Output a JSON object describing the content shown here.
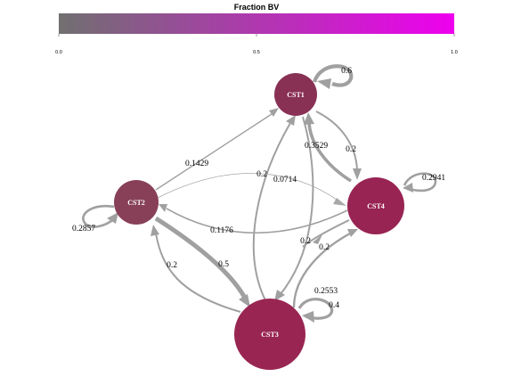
{
  "colorbar": {
    "title": "Fraction BV",
    "color_low": "#707070",
    "color_high": "#ee00ee",
    "ticks": [
      "0.0",
      "0.5",
      "1.0"
    ]
  },
  "colors": {
    "edge": "#a0a0a0",
    "node_cst1": "#893055",
    "node_cst2": "#874058",
    "node_cst3": "#992652",
    "node_cst4": "#982453"
  },
  "nodes": [
    {
      "id": "CST1",
      "label": "CST1"
    },
    {
      "id": "CST2",
      "label": "CST2"
    },
    {
      "id": "CST3",
      "label": "CST3"
    },
    {
      "id": "CST4",
      "label": "CST4"
    }
  ],
  "edges": [
    {
      "from": "CST1",
      "to": "CST1",
      "weight": "0.6"
    },
    {
      "from": "CST2",
      "to": "CST2",
      "weight": "0.2857"
    },
    {
      "from": "CST3",
      "to": "CST3",
      "weight": "0.4"
    },
    {
      "from": "CST4",
      "to": "CST4",
      "weight": "0.2941"
    },
    {
      "from": "CST2",
      "to": "CST1",
      "weight": "0.1429"
    },
    {
      "from": "CST2",
      "to": "CST4",
      "weight": "0.0714"
    },
    {
      "from": "CST4",
      "to": "CST2",
      "weight": "0.1176"
    },
    {
      "from": "CST1",
      "to": "CST4",
      "weight": "0.2"
    },
    {
      "from": "CST4",
      "to": "CST1",
      "weight": "0.3529"
    },
    {
      "from": "CST2",
      "to": "CST3",
      "weight": "0.5"
    },
    {
      "from": "CST3",
      "to": "CST2",
      "weight": "0.2"
    },
    {
      "from": "CST3",
      "to": "CST1",
      "weight": "0.2"
    },
    {
      "from": "CST1",
      "to": "CST3",
      "weight": "0.2"
    },
    {
      "from": "CST3",
      "to": "CST4",
      "weight": "0.2553"
    },
    {
      "from": "CST4",
      "to": "CST3",
      "weight": "0.2"
    }
  ]
}
